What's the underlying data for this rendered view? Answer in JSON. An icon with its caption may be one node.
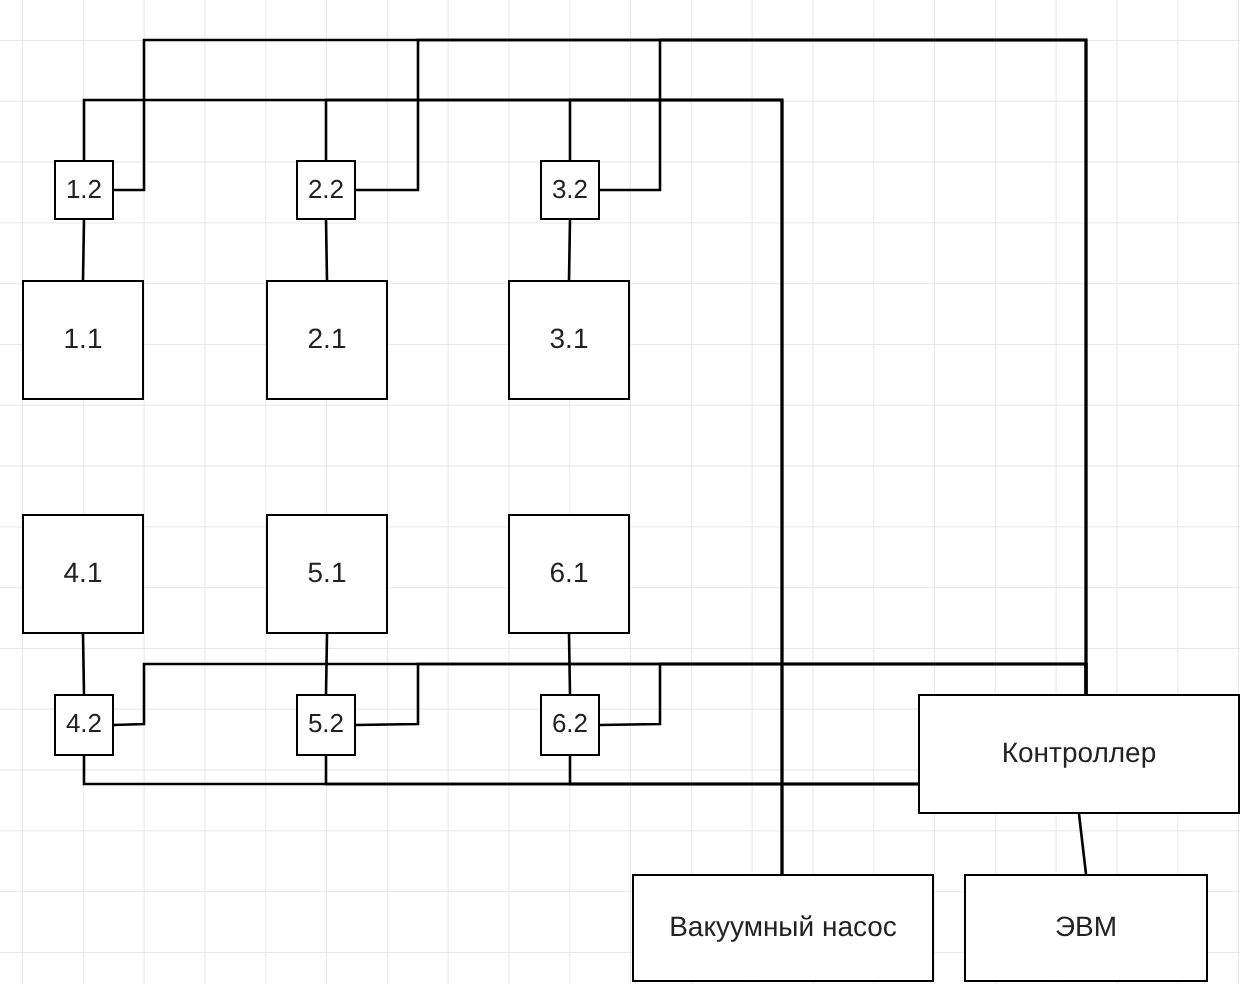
{
  "diagram": {
    "nodes": [
      {
        "text": [
          "1.2"
        ]
      },
      {
        "text": [
          "2.2"
        ]
      },
      {
        "text": [
          "3.2"
        ]
      },
      {
        "text": [
          "1.1"
        ]
      },
      {
        "text": [
          "2.1"
        ]
      },
      {
        "text": [
          "3.1"
        ]
      },
      {
        "text": [
          "4.1"
        ]
      },
      {
        "text": [
          "5.1"
        ]
      },
      {
        "text": [
          "6.1"
        ]
      },
      {
        "text": [
          "4.2"
        ]
      },
      {
        "text": [
          "5.2"
        ]
      },
      {
        "text": [
          "6.2"
        ]
      },
      {
        "text": [
          "Контроллер"
        ]
      },
      {
        "text": [
          "Вакуумный насос"
        ]
      },
      {
        "text": [
          "ЭВМ"
        ]
      }
    ],
    "edges": [
      {
        "from": 0,
        "to": 3,
        "arrow": "none"
      },
      {
        "from": 1,
        "to": 4,
        "arrow": "none"
      },
      {
        "from": 2,
        "to": 5,
        "arrow": "none"
      },
      {
        "from": 6,
        "to": 9,
        "arrow": "none"
      },
      {
        "from": 7,
        "to": 10,
        "arrow": "none"
      },
      {
        "from": 8,
        "to": 11,
        "arrow": "none"
      },
      {
        "from": 0,
        "to": 13,
        "arrow": "none"
      },
      {
        "from": 1,
        "to": 13,
        "arrow": "none"
      },
      {
        "from": 2,
        "to": 13,
        "arrow": "none"
      },
      {
        "from": 0,
        "to": 12,
        "arrow": "none"
      },
      {
        "from": 1,
        "to": 12,
        "arrow": "none"
      },
      {
        "from": 2,
        "to": 12,
        "arrow": "none"
      },
      {
        "from": 9,
        "to": 12,
        "arrow": "none"
      },
      {
        "from": 10,
        "to": 12,
        "arrow": "none"
      },
      {
        "from": 11,
        "to": 12,
        "arrow": "none"
      },
      {
        "from": 9,
        "to": 12,
        "arrow": "none"
      },
      {
        "from": 10,
        "to": 12,
        "arrow": "none"
      },
      {
        "from": 11,
        "to": 12,
        "arrow": "none"
      },
      {
        "from": 12,
        "to": 14,
        "arrow": "none"
      }
    ]
  }
}
